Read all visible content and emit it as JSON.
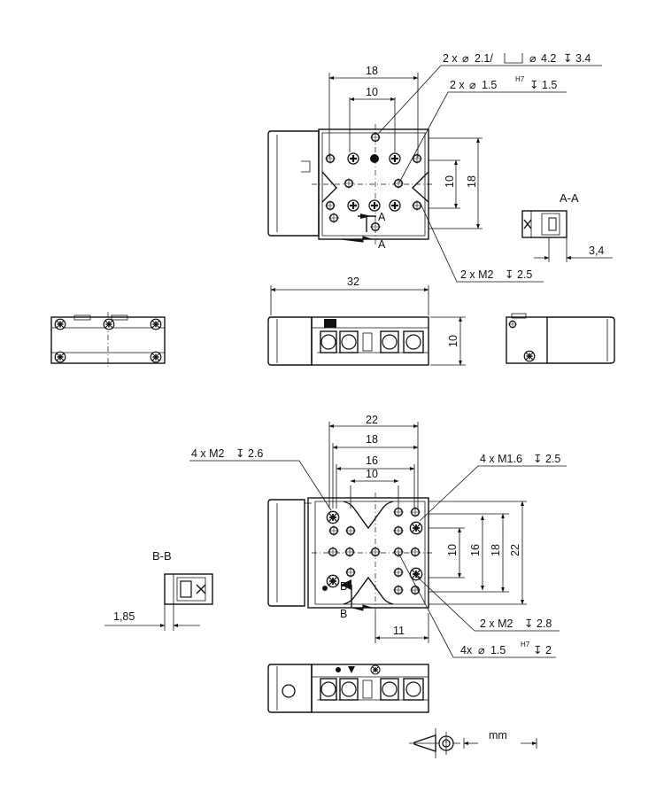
{
  "top_view": {
    "dim_width_outer": "18",
    "dim_width_inner": "10",
    "dim_height_inner": "10",
    "dim_height_outer": "18",
    "callout_hole_prefix": "2 x",
    "callout_hole_dia": "2.1/",
    "callout_cbore_dia": "4.2",
    "callout_cbore_depth": "3.4",
    "callout_pin_prefix": "2 x",
    "callout_pin_dia": "1.5",
    "callout_pin_tol": "H7",
    "callout_pin_depth": "1.5",
    "callout_thread": "2 x M2",
    "callout_thread_depth": "2.5",
    "section_mark": "A"
  },
  "section_a": {
    "title": "A-A",
    "dim": "3,4"
  },
  "side_view": {
    "dim_length": "32",
    "dim_height": "10"
  },
  "bottom_view": {
    "dim_22": "22",
    "dim_18": "18",
    "dim_16": "16",
    "dim_10": "10",
    "dim_v10": "10",
    "dim_v16": "16",
    "dim_v18": "18",
    "dim_v22": "22",
    "dim_11": "11",
    "callout_m2_4": "4 x M2",
    "callout_m2_4_depth": "2.6",
    "callout_m16": "4 x M1.6",
    "callout_m16_depth": "2.5",
    "callout_m2_2": "2 x M2",
    "callout_m2_2_depth": "2.8",
    "callout_pin4_prefix": "4x",
    "callout_pin4_dia": "1.5",
    "callout_pin4_tol": "H7",
    "callout_pin4_depth": "2",
    "section_mark": "B"
  },
  "section_b": {
    "title": "B-B",
    "dim": "1,85"
  },
  "units": {
    "label": "mm"
  }
}
